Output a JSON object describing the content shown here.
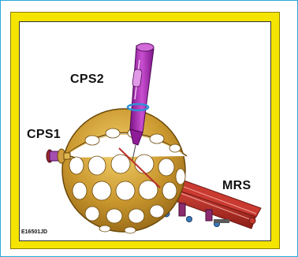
{
  "figure": {
    "labels": {
      "cps2": "CPS2",
      "cps1": "CPS1",
      "mrs": "MRS"
    },
    "figure_id": "E16501JD"
  },
  "colors": {
    "frame_border": "#2aa7d8",
    "yellow_frame": "#f5e400",
    "sphere_gold": "#c9962d",
    "sensor_purple": "#a12aa8",
    "sensor_ring": "#3a8fd0",
    "mrs_red": "#b8322b"
  },
  "icons": [
    "sphere-cage-icon",
    "cps2-sensor-icon",
    "cps1-sensor-icon",
    "mrs-sensor-assembly-icon"
  ]
}
